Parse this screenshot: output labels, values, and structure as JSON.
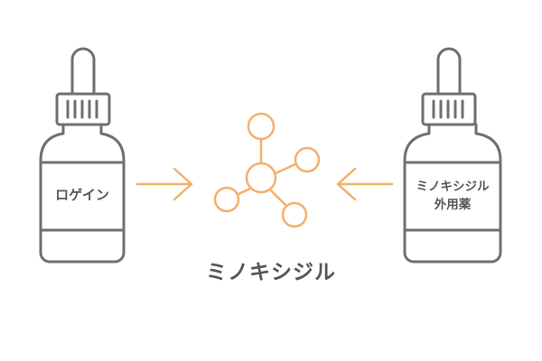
{
  "left_bottle": {
    "label": "ロゲイン"
  },
  "right_bottle": {
    "label_line1": "ミノキシジル",
    "label_line2": "外用薬"
  },
  "center": {
    "caption": "ミノキシジル",
    "icon": "molecule-icon"
  },
  "colors": {
    "outline": "#6f6f6f",
    "accent": "#f3b06a",
    "text": "#555555"
  }
}
